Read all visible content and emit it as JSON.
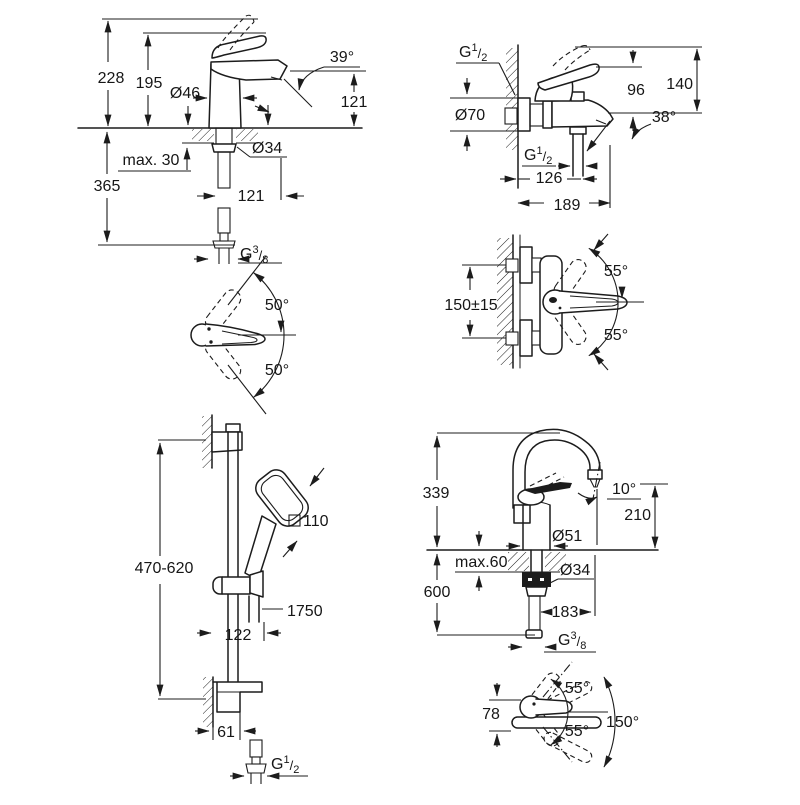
{
  "page": {
    "background": "#ffffff",
    "ink": "#1c1c1c"
  },
  "threads": {
    "g": "G",
    "slash": "/",
    "half_num": "1",
    "half_den": "2",
    "eighth_num": "3",
    "eighth_den": "8"
  },
  "basin": {
    "height": "228",
    "lever_height": "195",
    "body_dia": "Ø46",
    "spout_angle": "39°",
    "outlet_height": "121",
    "max_deck": "max. 30",
    "hole_dia": "Ø34",
    "below_deck": "365",
    "projection": "121"
  },
  "bath": {
    "esc_dia": "Ø70",
    "height": "140",
    "lever_height": "96",
    "spout_angle": "38°",
    "outlet_offset": "126",
    "projection": "189"
  },
  "lever_view": {
    "angle_up": "50°",
    "angle_down": "50°"
  },
  "wall_mount": {
    "spacing": "150±15",
    "angle_up": "55°",
    "angle_down": "55°"
  },
  "shower": {
    "rail_range": "470-620",
    "head_size": "110",
    "hose_length": "1750",
    "bar_offset": "122",
    "wall_offset": "61"
  },
  "sink": {
    "height": "339",
    "outlet_angle": "10°",
    "outlet_height": "210",
    "body_dia": "Ø51",
    "max_deck": "max.60",
    "hole_dia": "Ø34",
    "below_deck": "600",
    "projection": "183"
  },
  "sink_lever_view": {
    "width": "78",
    "angle_up": "55°",
    "angle_down": "55°",
    "swivel": "150°"
  }
}
